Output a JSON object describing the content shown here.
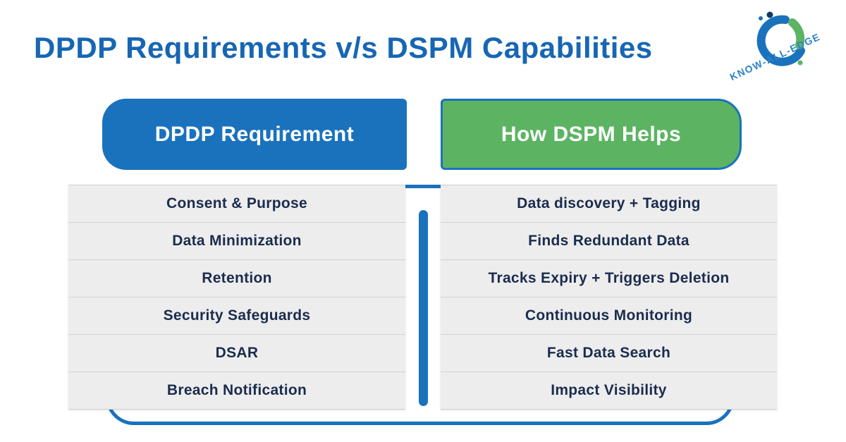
{
  "title": "DPDP Requirements v/s DSPM Capabilities",
  "logo": {
    "text": "KNOW-ALL-EDGE"
  },
  "table": {
    "left": {
      "header": "DPDP Requirement",
      "rows": [
        "Consent & Purpose",
        "Data Minimization",
        "Retention",
        "Security Safeguards",
        "DSAR",
        "Breach Notification"
      ]
    },
    "right": {
      "header": "How DSPM Helps",
      "rows": [
        "Data discovery + Tagging",
        "Finds Redundant Data",
        "Tracks Expiry + Triggers Deletion",
        "Continuous Monitoring",
        "Fast Data Search",
        "Impact Visibility"
      ]
    }
  },
  "colors": {
    "primary_blue": "#1a72bd",
    "green": "#5cb463",
    "title_blue": "#1766b4",
    "row_background": "#ededed",
    "row_text": "#1b2c4e"
  }
}
